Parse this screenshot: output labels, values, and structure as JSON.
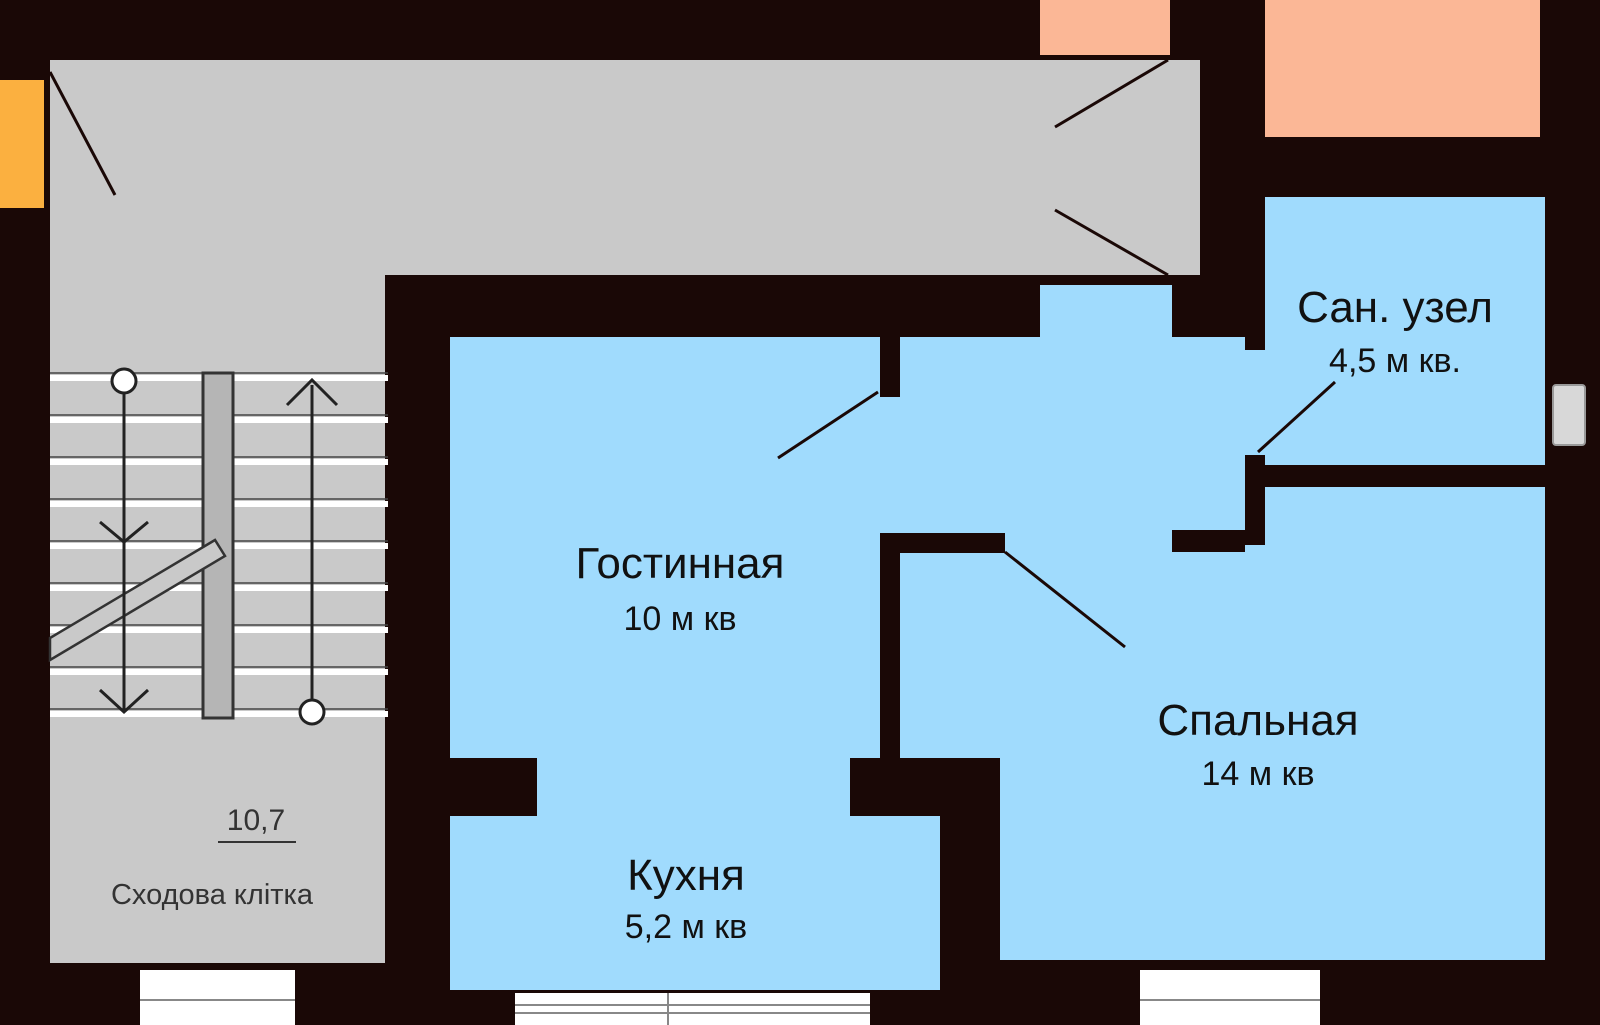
{
  "colors": {
    "wall": "#1a0806",
    "apartment": "#a0dbfd",
    "common_area": "#c9c9c9",
    "neighbor": "#fbb796",
    "accent": "#fbb040",
    "window": "#ffffff"
  },
  "rooms": {
    "living": {
      "name": "Гостинная",
      "area": "10 м кв"
    },
    "kitchen": {
      "name": "Кухня",
      "area": "5,2 м кв"
    },
    "bedroom": {
      "name": "Спальная",
      "area": "14 м кв"
    },
    "bathroom": {
      "name": "Сан. узел",
      "area": "4,5 м кв."
    }
  },
  "stairwell": {
    "number": "10,7",
    "label": "Сходова клітка"
  }
}
